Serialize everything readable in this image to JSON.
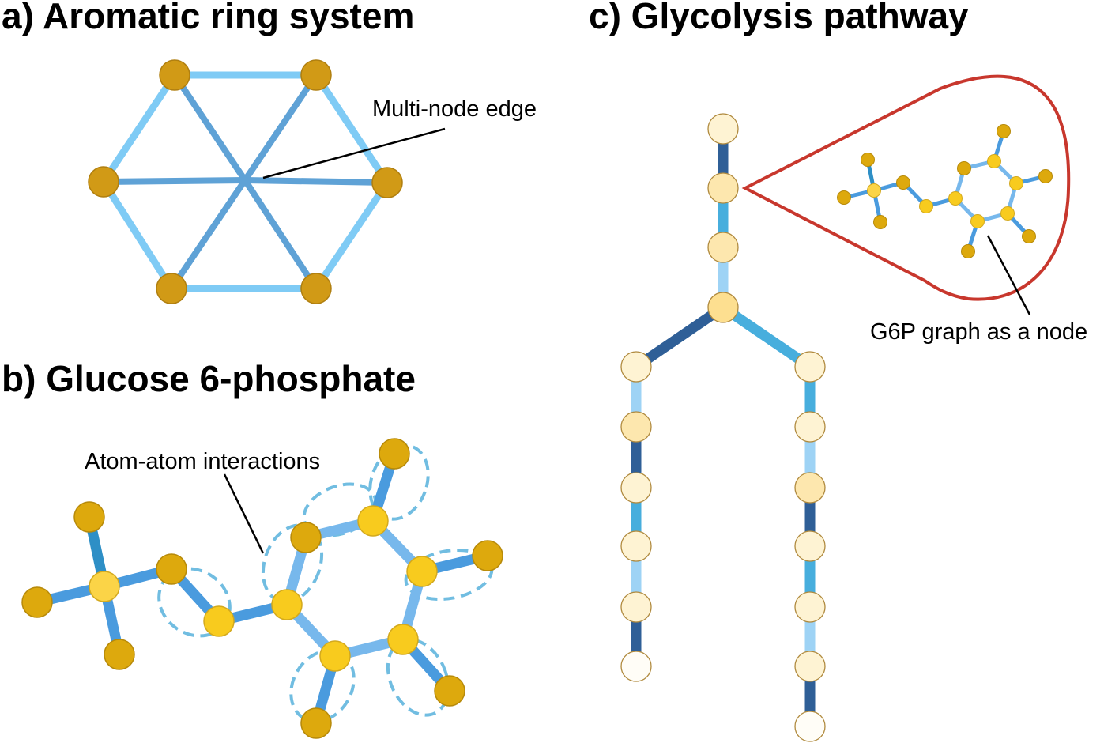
{
  "panels": {
    "a": {
      "title": "a) Aromatic ring system",
      "annotation": "Multi-node edge"
    },
    "b": {
      "title": "b) Glucose 6-phosphate",
      "annotation": "Atom-atom interactions"
    },
    "c": {
      "title": "c) Glycolysis pathway",
      "annotation": "G6P graph as a node"
    }
  },
  "colors": {
    "atom_dark": "#D19A16",
    "atom_gold": "#DDA90D",
    "atom_yellow": "#F8CB1E",
    "ring_light_blue": "#7FCBF5",
    "ring_mid_blue": "#5FA2D6",
    "bond_blue": "#4A9BDE",
    "bond_light": "#77B8EC",
    "interaction_dashed": "#71BDE1",
    "path_dark": "#2F5F97",
    "path_mid": "#47AEDD",
    "path_light": "#9ED3F5",
    "callout_red": "#C8372D",
    "node_pale": "#FEF3D3",
    "node_mid": "#FDE7AE",
    "node_white": "#FFFDF7",
    "node_outline": "#B08A3E"
  }
}
